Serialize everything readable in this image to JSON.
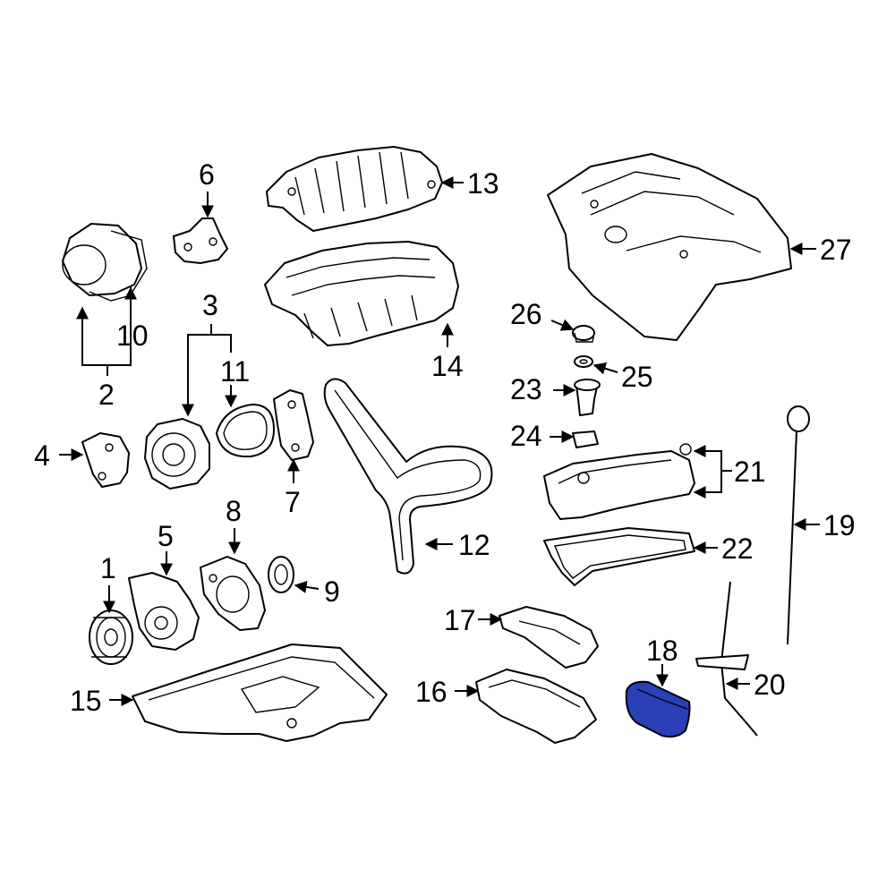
{
  "diagram": {
    "callouts": {
      "c1": "1",
      "c2": "2",
      "c3": "3",
      "c4": "4",
      "c5": "5",
      "c6": "6",
      "c7": "7",
      "c8": "8",
      "c9": "9",
      "c10": "10",
      "c11": "11",
      "c12": "12",
      "c13": "13",
      "c14": "14",
      "c15": "15",
      "c16": "16",
      "c17": "17",
      "c18": "18",
      "c19": "19",
      "c20": "20",
      "c21": "21",
      "c22": "22",
      "c23": "23",
      "c24": "24",
      "c25": "25",
      "c26": "26",
      "c27": "27"
    },
    "highlight_color": "#2a3fb8",
    "line_color": "#000000"
  }
}
